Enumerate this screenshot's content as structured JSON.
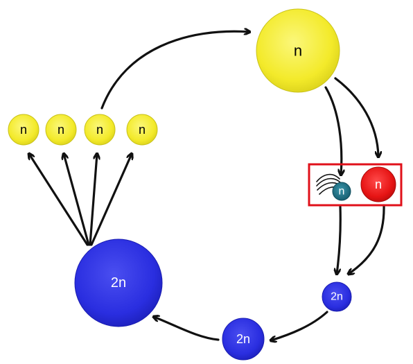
{
  "diagram": {
    "colors": {
      "yellow": "#f5ee32",
      "red": "#e81212",
      "blue": "#2b2fe0",
      "teal": "#1f7085",
      "arrow": "#111111",
      "highlight_box": "#e0101a"
    },
    "nodes": {
      "haploid_large": {
        "label": "n"
      },
      "spore_1": {
        "label": "n"
      },
      "spore_2": {
        "label": "n"
      },
      "spore_3": {
        "label": "n"
      },
      "spore_4": {
        "label": "n"
      },
      "motile_gamete": {
        "label": "n",
        "icon": "flagella-icon"
      },
      "red_gamete": {
        "label": "n"
      },
      "zygote_small": {
        "label": "2n"
      },
      "zygote_medium": {
        "label": "2n"
      },
      "diploid_large": {
        "label": "2n"
      }
    }
  }
}
